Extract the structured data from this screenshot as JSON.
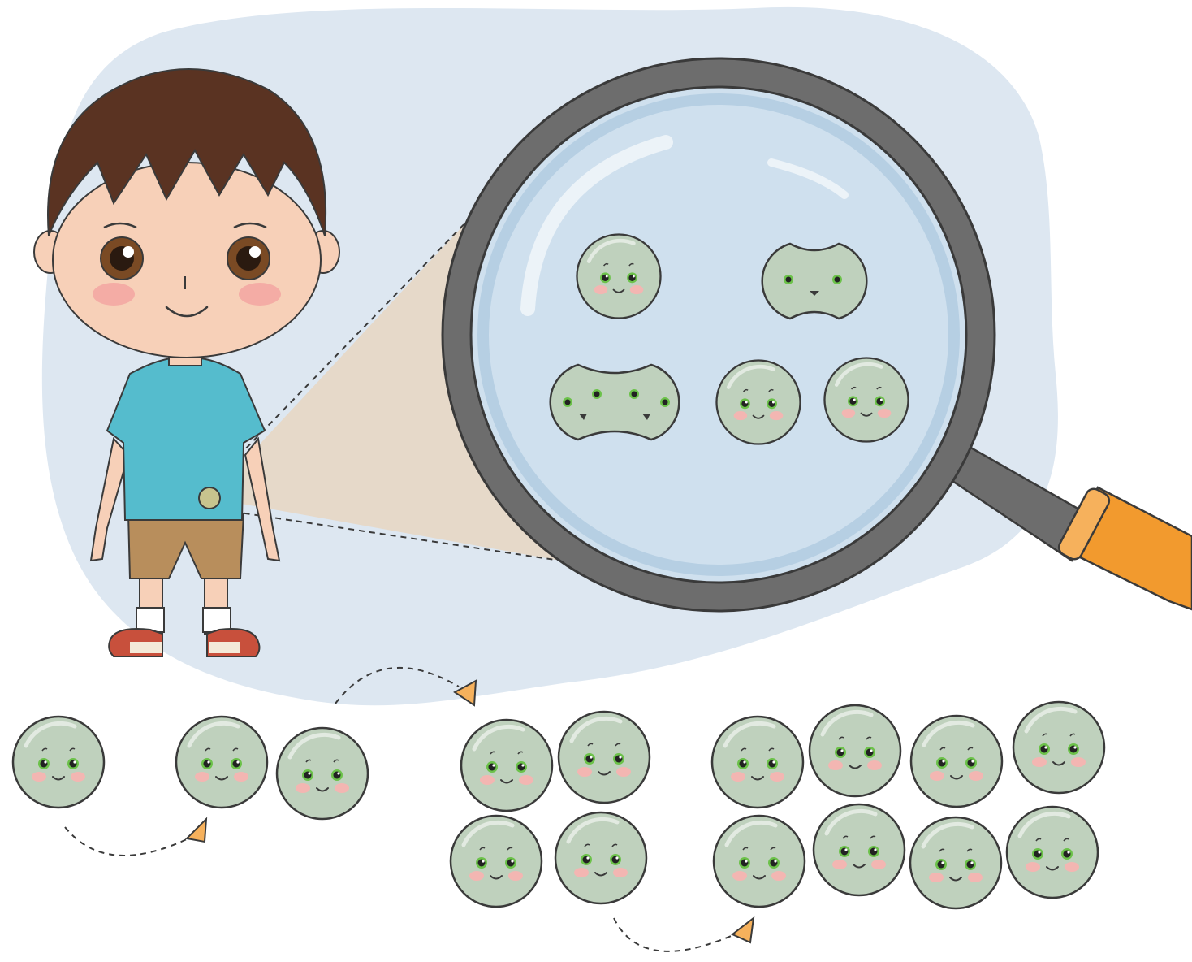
{
  "illustration": {
    "colors": {
      "background_blob": "#dde7f1",
      "lens_fill": "#cfe0ee",
      "lens_rim": "#6d6d6d",
      "handle_orange": "#f29a2e",
      "beam": "#e7d6c2",
      "bacteria_fill": "#bfd1bd",
      "bacteria_stroke": "#3a3a3a",
      "eye_iris": "#6cc24a",
      "cheek": "#f3b6b2",
      "arrow_orange": "#f6b15c",
      "shirt": "#55bccd",
      "shorts": "#b88e5c",
      "hair": "#5a3322",
      "skin": "#f7d0b8",
      "shoe_red": "#c8503c"
    },
    "icons": [
      "boy-figure",
      "magnifying-glass-icon",
      "bacterium-icon",
      "curved-arrow-icon"
    ],
    "growth_stage_counts": [
      1,
      2,
      4,
      8
    ]
  }
}
